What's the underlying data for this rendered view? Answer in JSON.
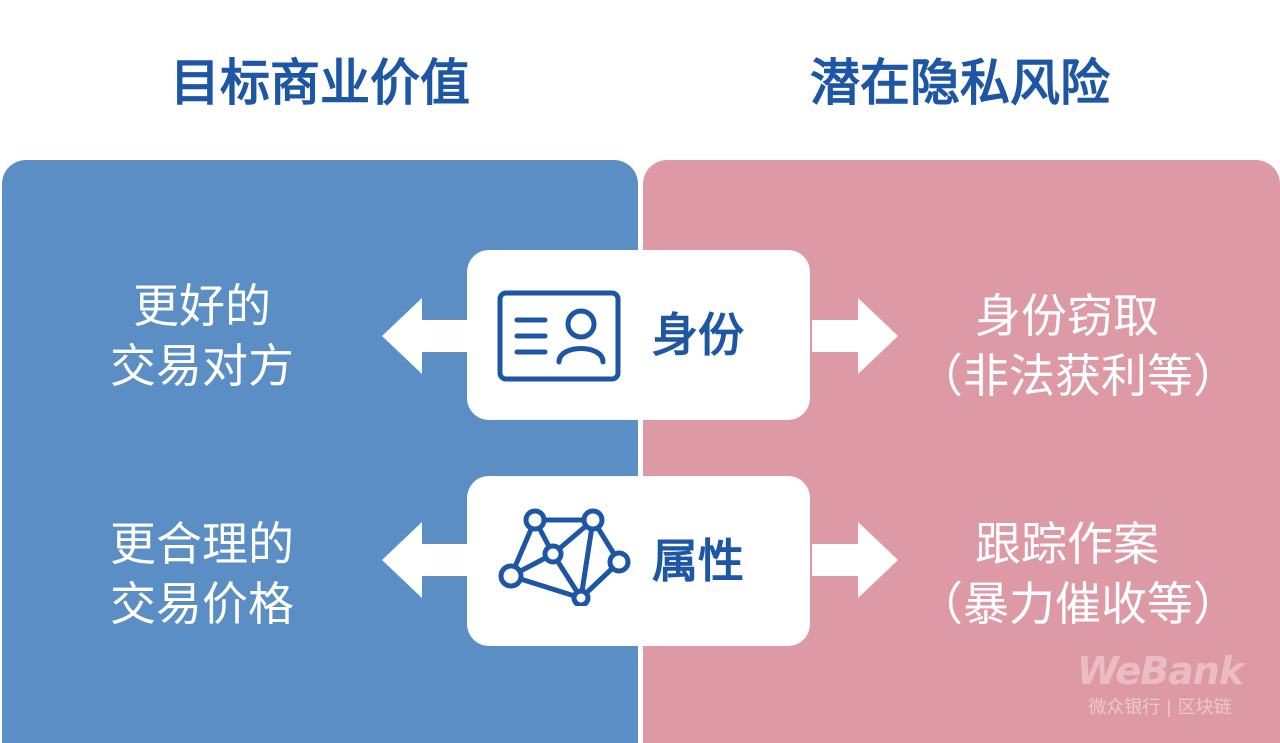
{
  "headings": {
    "left": "目标商业价值",
    "right": "潜在隐私风险"
  },
  "left_values": [
    {
      "line1": "更好的",
      "line2": "交易对方"
    },
    {
      "line1": "更合理的",
      "line2": "交易价格"
    }
  ],
  "center_items": [
    {
      "label": "身份",
      "icon": "id-card-icon"
    },
    {
      "label": "属性",
      "icon": "network-graph-icon"
    }
  ],
  "right_risks": [
    {
      "line1": "身份窃取",
      "line2": "（非法获利等）"
    },
    {
      "line1": "跟踪作案",
      "line2": "（暴力催收等）"
    }
  ],
  "brand": {
    "logo": "WeBank",
    "subtitle": "微众银行 | 区块链"
  },
  "colors": {
    "left_panel": "#5a8ec4",
    "right_panel": "#dd9aa6",
    "heading_text": "#1d56a4",
    "icon_stroke": "#1d56a4"
  }
}
